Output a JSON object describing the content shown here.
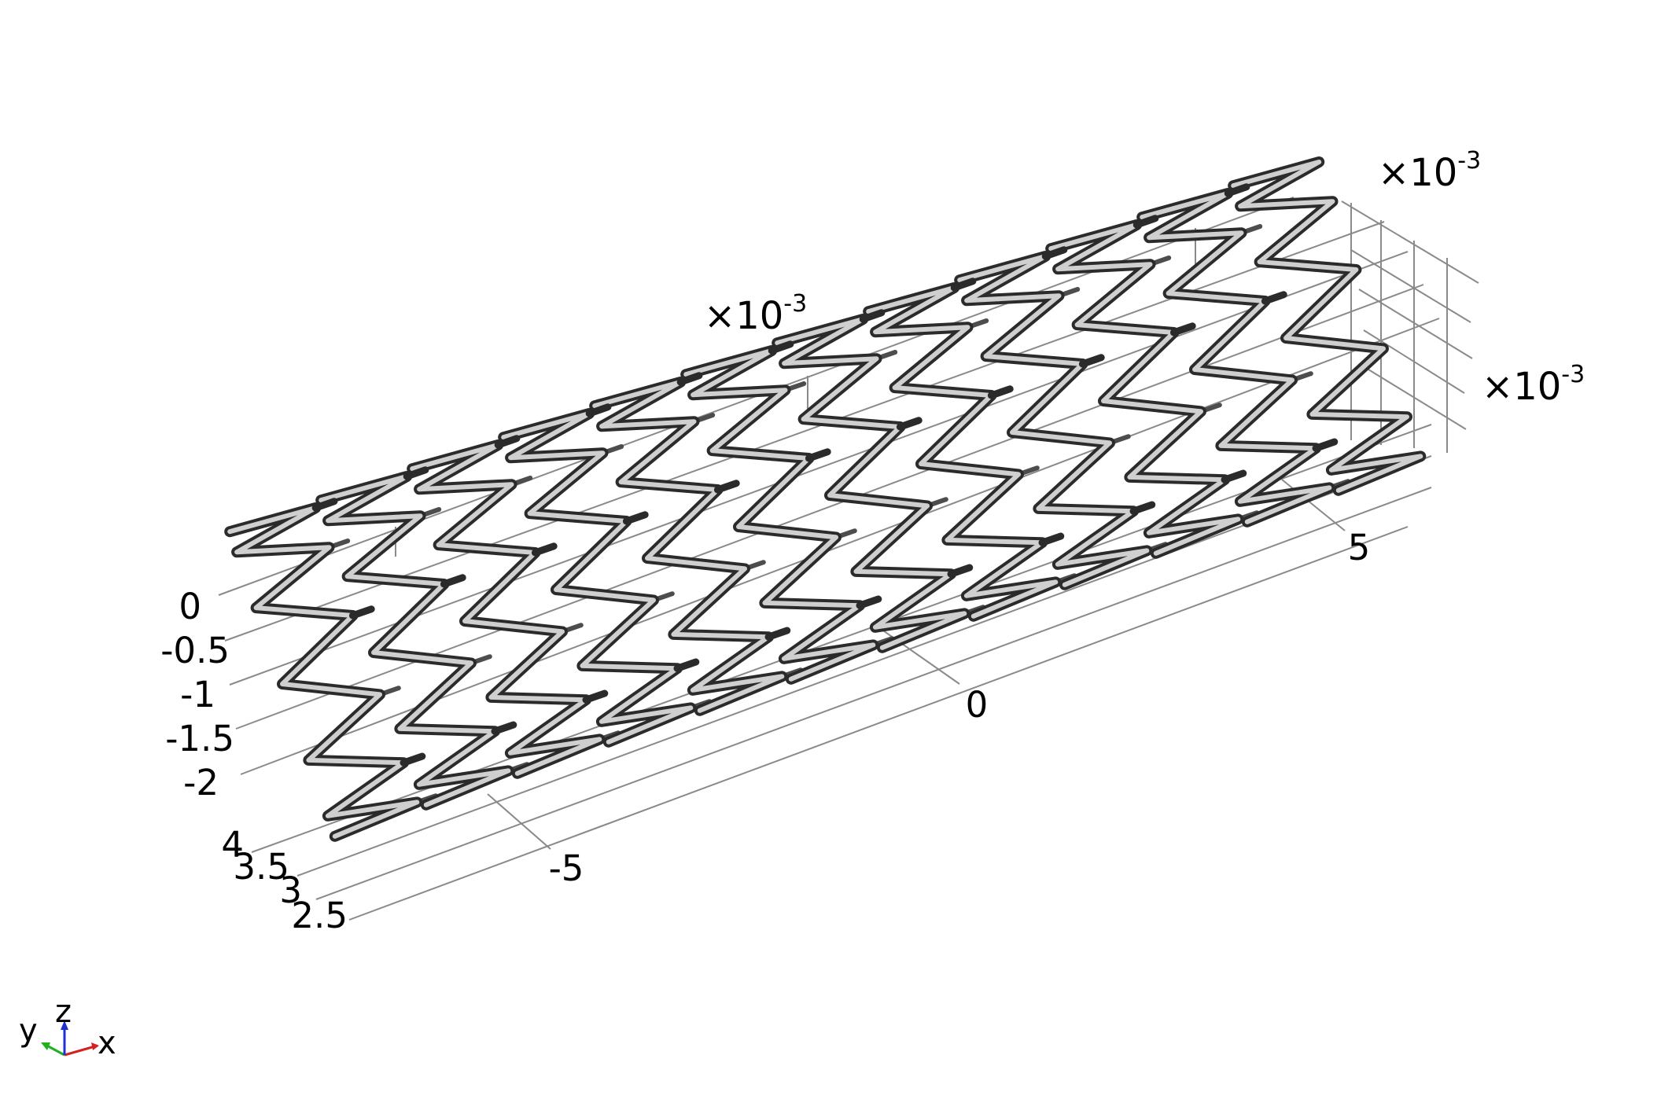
{
  "view": {
    "type": "3d-geometry",
    "object": "stent",
    "colors": {
      "background": "#ffffff",
      "grid": "#8a8a8a",
      "strut_edge": "#2b2b2b",
      "strut_light": "#cfcfcf",
      "strut_mid": "#8c8c8c",
      "strut_dark": "#4d4d4d"
    }
  },
  "axes": {
    "x": {
      "multiplier_prefix": "×10",
      "multiplier_exp": "-3",
      "ticks": [
        "-5",
        "0",
        "5"
      ]
    },
    "y": {
      "multiplier_prefix": "×10",
      "multiplier_exp": "-3",
      "ticks": [
        "4",
        "3.5",
        "3",
        "2.5"
      ]
    },
    "z": {
      "multiplier_prefix": "×10",
      "multiplier_exp": "-3",
      "ticks": [
        "0",
        "-0.5",
        "-1",
        "-1.5",
        "-2"
      ]
    }
  },
  "triad": {
    "x_label": "x",
    "y_label": "y",
    "z_label": "z",
    "x_color": "#d62020",
    "y_color": "#20b020",
    "z_color": "#2030d0"
  }
}
